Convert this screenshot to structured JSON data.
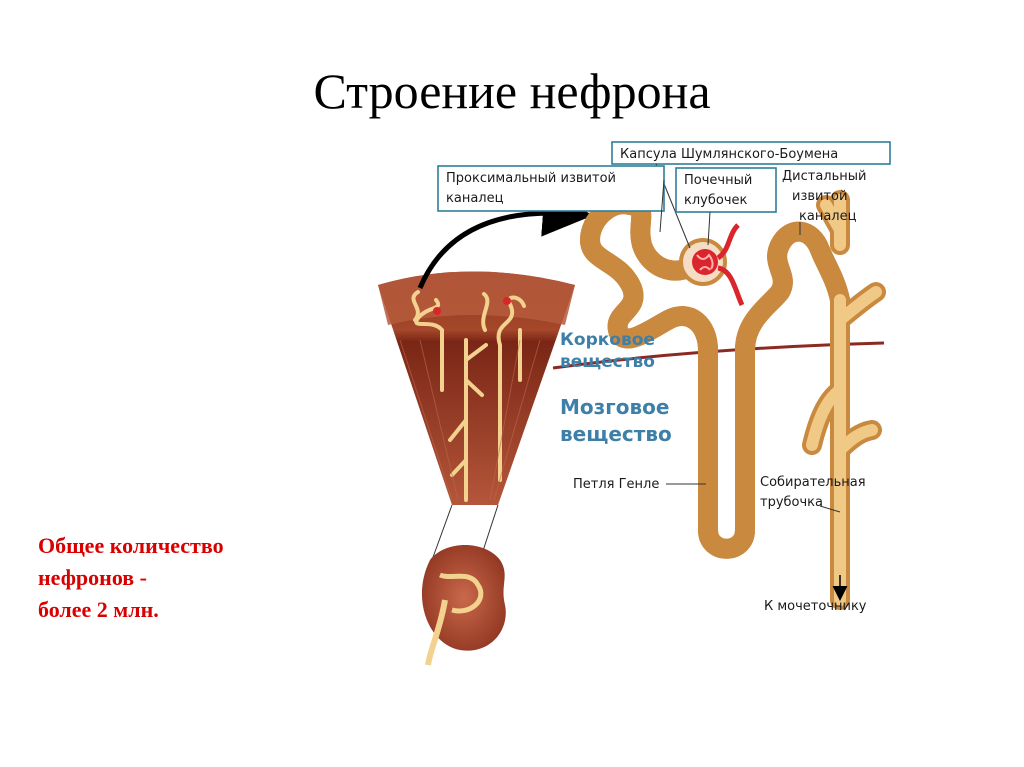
{
  "title": "Строение нефрона",
  "note": {
    "line1": "Общее количество",
    "line2": "нефронов  -",
    "line3": "более 2 млн."
  },
  "labels": {
    "capsule": "Капсула Шумлянского-Боумена",
    "proximal_1": "Проксимальный извитой",
    "proximal_2": "каналец",
    "glomerulus_1": "Почечный",
    "glomerulus_2": "клубочек",
    "distal_1": "Дистальный",
    "distal_2": "извитой",
    "distal_3": "каналец",
    "cortex_1": "Корковое",
    "cortex_2": "вещество",
    "medulla_1": "Мозговое",
    "medulla_2": "вещество",
    "loop": "Петля Генле",
    "collecting_1": "Собирательная",
    "collecting_2": "трубочка",
    "ureter": "К мочеточнику"
  },
  "colors": {
    "note_text": "#d90000",
    "zone_text": "#3e7fa8",
    "tubule": "#d9a35a",
    "tubule_light": "#f1cf8e",
    "kidney_tissue": "#9a3b22",
    "glomerulus": "#d9252b"
  }
}
